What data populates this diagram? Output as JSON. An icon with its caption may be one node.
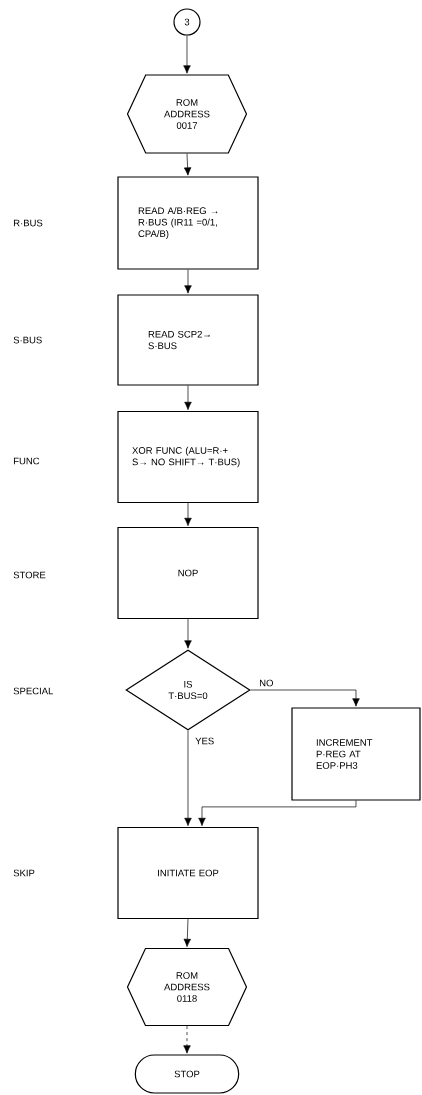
{
  "diagram": {
    "nodes": [
      {
        "text": [
          "3"
        ]
      },
      {
        "text": [
          "ROM ADDRESS 0017"
        ]
      },
      {
        "text": [
          "READ A/B·REG → R·BUS (IR11 =0/1, CPA/B)"
        ]
      },
      {
        "text": [
          "READ SCP2→ S·BUS"
        ]
      },
      {
        "text": [
          "XOR FUNC (ALU=R·+ S→ NO SHIFT→ T·BUS)"
        ]
      },
      {
        "text": [
          "NOP"
        ]
      },
      {
        "text": [
          "IS T·BUS=0"
        ]
      },
      {
        "text": [
          "INCREMENT P·REG AT EOP·PH3"
        ]
      },
      {
        "text": [
          "INITIATE EOP"
        ]
      },
      {
        "text": [
          "ROM ADDRESS 0118"
        ]
      },
      {
        "text": [
          "STOP"
        ]
      }
    ],
    "edges": [
      {
        "from": 0,
        "to": 1,
        "arrow": "to"
      },
      {
        "from": 1,
        "to": 2,
        "arrow": "to"
      },
      {
        "from": 2,
        "to": 3,
        "arrow": "to"
      },
      {
        "from": 3,
        "to": 4,
        "arrow": "to"
      },
      {
        "from": 4,
        "to": 5,
        "arrow": "to"
      },
      {
        "from": 5,
        "to": 6,
        "arrow": "to"
      },
      {
        "from": 6,
        "to": 7,
        "arrow": "to",
        "label": "NO"
      },
      {
        "from": 6,
        "to": 8,
        "arrow": "to",
        "label": "YES"
      },
      {
        "from": 7,
        "to": 8,
        "arrow": "to"
      },
      {
        "from": 8,
        "to": 9,
        "arrow": "to"
      },
      {
        "from": 9,
        "to": 10,
        "arrow": "to",
        "style": "dashed"
      }
    ],
    "labels": [
      "R·BUS",
      "S·BUS",
      "FUNC",
      "STORE",
      "SPECIAL",
      "SKIP"
    ]
  }
}
